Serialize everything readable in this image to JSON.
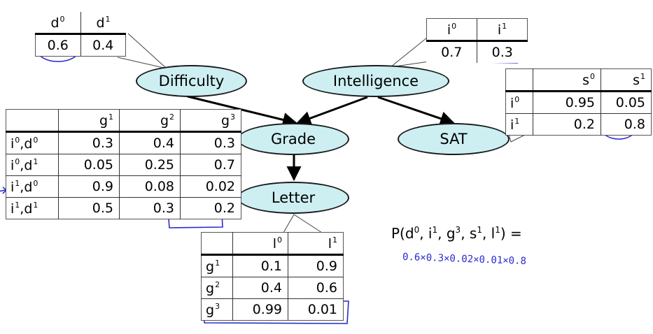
{
  "nodes": {
    "difficulty": "Difficulty",
    "intelligence": "Intelligence",
    "grade": "Grade",
    "sat": "SAT",
    "letter": "Letter"
  },
  "cpd_difficulty": {
    "header": [
      "d",
      "d"
    ],
    "header_sup": [
      "0",
      "1"
    ],
    "values": [
      "0.6",
      "0.4"
    ]
  },
  "cpd_intelligence": {
    "header": [
      "i",
      "i"
    ],
    "header_sup": [
      "0",
      "1"
    ],
    "values": [
      "0.7",
      "0.3"
    ]
  },
  "cpd_sat": {
    "columns": [
      "s",
      "s"
    ],
    "columns_sup": [
      "0",
      "1"
    ],
    "rows": [
      {
        "label": "i",
        "label_sup": "0",
        "values": [
          "0.95",
          "0.05"
        ]
      },
      {
        "label": "i",
        "label_sup": "1",
        "values": [
          "0.2",
          "0.8"
        ]
      }
    ]
  },
  "cpd_grade": {
    "columns": [
      "g",
      "g",
      "g"
    ],
    "columns_sup": [
      "1",
      "2",
      "3"
    ],
    "rows": [
      {
        "l1": "i",
        "s1": "0",
        "l2": ",d",
        "s2": "0",
        "values": [
          "0.3",
          "0.4",
          "0.3"
        ]
      },
      {
        "l1": "i",
        "s1": "0",
        "l2": ",d",
        "s2": "1",
        "values": [
          "0.05",
          "0.25",
          "0.7"
        ]
      },
      {
        "l1": "i",
        "s1": "1",
        "l2": ",d",
        "s2": "0",
        "values": [
          "0.9",
          "0.08",
          "0.02"
        ]
      },
      {
        "l1": "i",
        "s1": "1",
        "l2": ",d",
        "s2": "1",
        "values": [
          "0.5",
          "0.3",
          "0.2"
        ]
      }
    ]
  },
  "cpd_letter": {
    "columns": [
      "l",
      "l"
    ],
    "columns_sup": [
      "0",
      "1"
    ],
    "rows": [
      {
        "label": "g",
        "label_sup": "1",
        "values": [
          "0.1",
          "0.9"
        ]
      },
      {
        "label": "g",
        "label_sup": "2",
        "values": [
          "0.4",
          "0.6"
        ]
      },
      {
        "label": "g",
        "label_sup": "3",
        "values": [
          "0.99",
          "0.01"
        ]
      }
    ]
  },
  "formula": {
    "prefix": "P(d",
    "sup_d": "0",
    "sep1": ", i",
    "sup_i": "1",
    "sep2": ", g",
    "sup_g": "3",
    "sep3": ", s",
    "sup_s": "1",
    "sep4": ", l",
    "sup_l": "1",
    "suffix": ") ="
  },
  "handwriting": "0.6×0.3×0.02×0.01×0.8",
  "colors": {
    "node_fill": "#cdeff2",
    "ink": "#2a2ad0"
  }
}
